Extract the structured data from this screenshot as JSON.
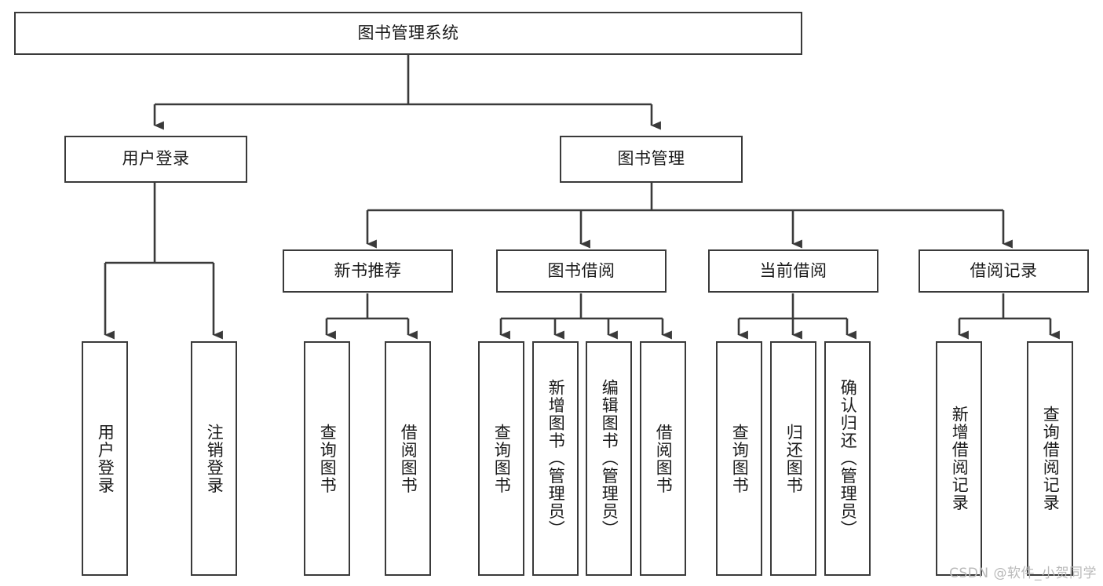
{
  "diagram": {
    "type": "tree-hierarchy",
    "title": "图书管理系统",
    "root": {
      "id": "root",
      "label": "图书管理系统",
      "orientation": "horizontal"
    },
    "level2": [
      {
        "id": "user-login",
        "label": "用户登录",
        "orientation": "horizontal"
      },
      {
        "id": "book-manage",
        "label": "图书管理",
        "orientation": "horizontal"
      }
    ],
    "level3": [
      {
        "id": "new-book-recommend",
        "label": "新书推荐",
        "orientation": "horizontal",
        "parent": "book-manage"
      },
      {
        "id": "book-borrow",
        "label": "图书借阅",
        "orientation": "horizontal",
        "parent": "book-manage"
      },
      {
        "id": "current-borrow",
        "label": "当前借阅",
        "orientation": "horizontal",
        "parent": "book-manage"
      },
      {
        "id": "borrow-record",
        "label": "借阅记录",
        "orientation": "horizontal",
        "parent": "book-manage"
      }
    ],
    "leaves": [
      {
        "id": "leaf-user-login",
        "label": "用户登录",
        "orientation": "vertical",
        "parent": "user-login"
      },
      {
        "id": "leaf-user-logout",
        "label": "注销登录",
        "orientation": "vertical",
        "parent": "user-login"
      },
      {
        "id": "leaf-query-book-1",
        "label": "查询图书",
        "orientation": "vertical",
        "parent": "new-book-recommend"
      },
      {
        "id": "leaf-borrow-book-1",
        "label": "借阅图书",
        "orientation": "vertical",
        "parent": "new-book-recommend"
      },
      {
        "id": "leaf-query-book-2",
        "label": "查询图书",
        "orientation": "vertical",
        "parent": "book-borrow"
      },
      {
        "id": "leaf-add-book",
        "label": "新增图书（管理员）",
        "orientation": "vertical",
        "parent": "book-borrow"
      },
      {
        "id": "leaf-edit-book",
        "label": "编辑图书（管理员）",
        "orientation": "vertical",
        "parent": "book-borrow"
      },
      {
        "id": "leaf-borrow-book-2",
        "label": "借阅图书",
        "orientation": "vertical",
        "parent": "book-borrow"
      },
      {
        "id": "leaf-query-book-3",
        "label": "查询图书",
        "orientation": "vertical",
        "parent": "current-borrow"
      },
      {
        "id": "leaf-return-book",
        "label": "归还图书",
        "orientation": "vertical",
        "parent": "current-borrow"
      },
      {
        "id": "leaf-confirm-return",
        "label": "确认归还（管理员）",
        "orientation": "vertical",
        "parent": "current-borrow"
      },
      {
        "id": "leaf-add-record",
        "label": "新增借阅记录",
        "orientation": "vertical",
        "parent": "borrow-record"
      },
      {
        "id": "leaf-query-record",
        "label": "查询借阅记录",
        "orientation": "vertical",
        "parent": "borrow-record"
      }
    ]
  },
  "watermark": {
    "text": "CSDN @软件_小贺同学"
  },
  "colors": {
    "stroke": "#3a3a3a",
    "fill": "#ffffff",
    "text": "#1a1a1a",
    "watermark": "#b9b9b9"
  }
}
